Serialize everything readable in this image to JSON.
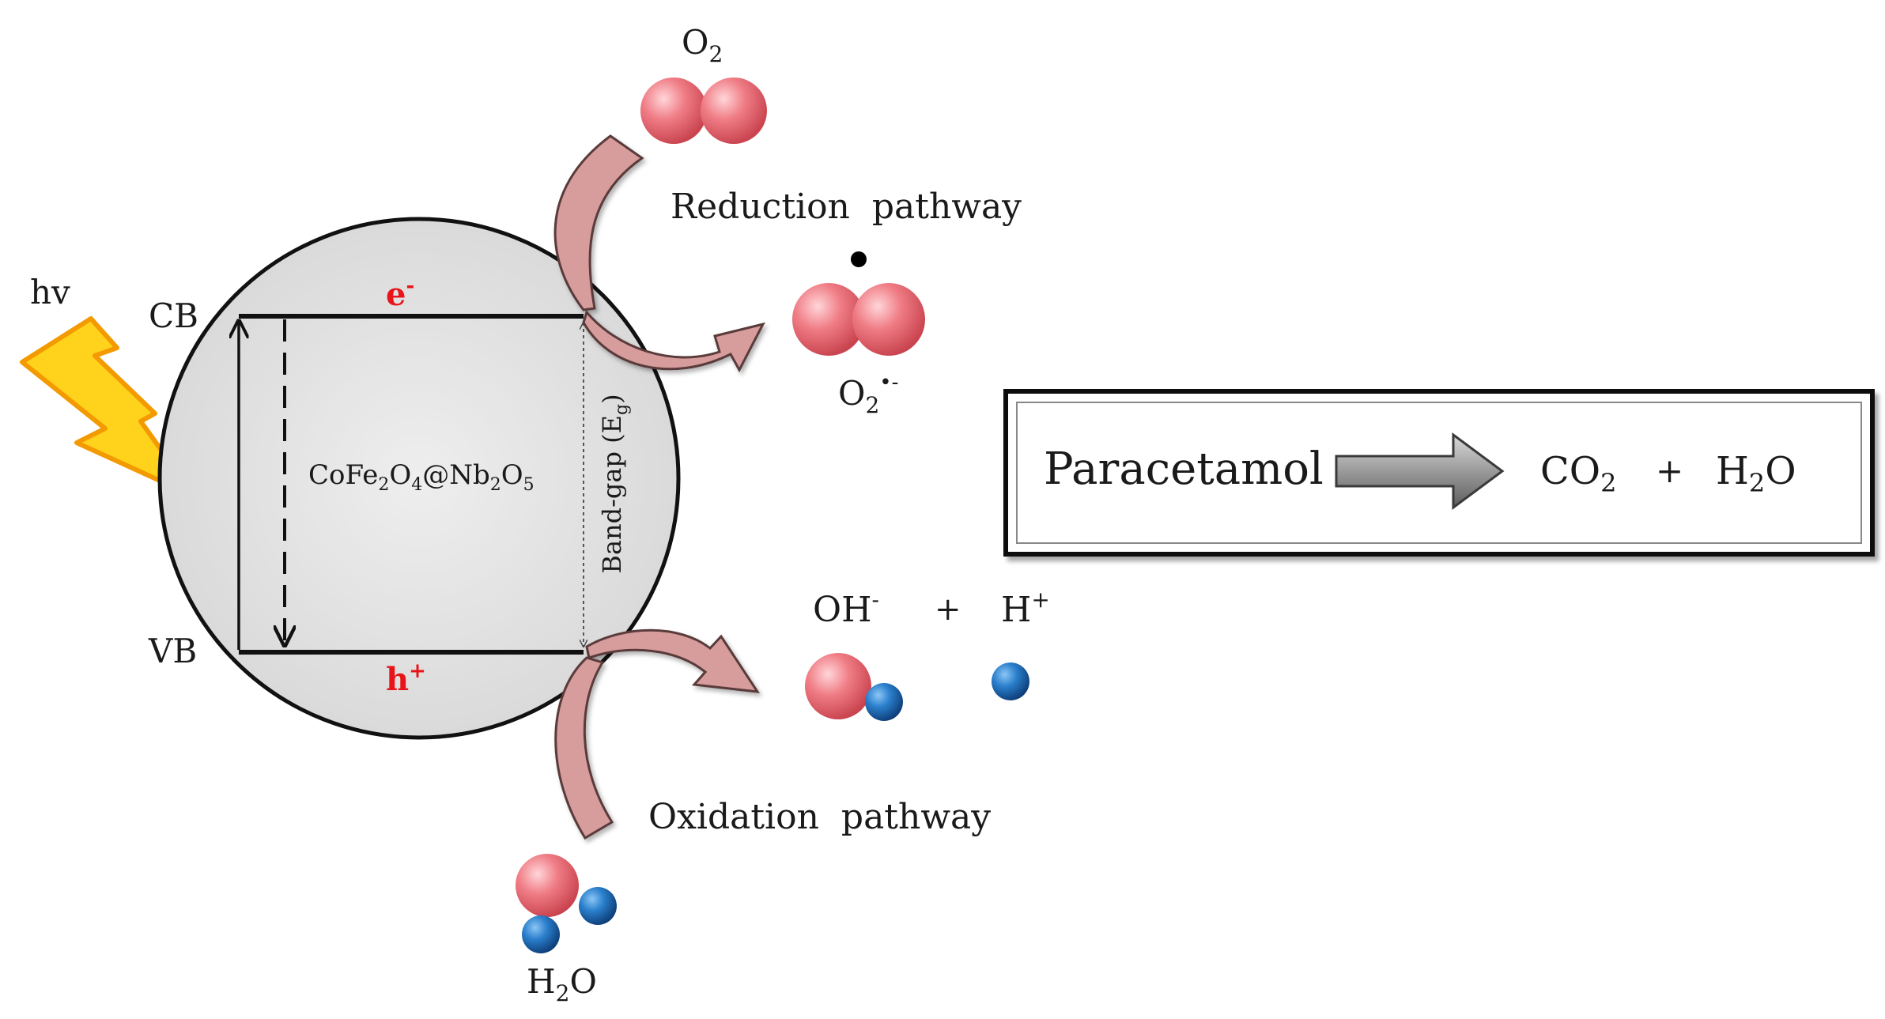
{
  "light": {
    "label": "hv"
  },
  "band": {
    "cb_label": "CB",
    "vb_label": "VB",
    "electron": {
      "base": "e",
      "sup": "-"
    },
    "hole": {
      "base": "h",
      "sup": "+"
    },
    "catalyst": {
      "p1": "CoFe",
      "s1": "2",
      "p2": "O",
      "s2": "4",
      "p3": "@Nb",
      "s3": "2",
      "p4": "O",
      "s4": "5"
    },
    "band_gap": {
      "base": "Band-gap (E",
      "sub": "g",
      "close": ")"
    }
  },
  "reduction": {
    "o2": {
      "base": "O",
      "sub": "2"
    },
    "pathway_label": "Reduction  pathway",
    "superoxide": {
      "base": "O",
      "sub": "2",
      "sup": "•-"
    }
  },
  "oxidation": {
    "oh": {
      "base": "OH",
      "sup": "-"
    },
    "plus": "+",
    "h": {
      "base": "H",
      "sup": "+"
    },
    "pathway_label": "Oxidation  pathway",
    "water": {
      "p1": "H",
      "s1": "2",
      "p2": "O"
    }
  },
  "reaction_box": {
    "reactant": "Paracetamol",
    "co2": {
      "base": "CO",
      "sub": "2"
    },
    "plus": "+",
    "h2o": {
      "p1": "H",
      "s1": "2",
      "p2": "O"
    }
  },
  "colors": {
    "oxygen_atom": "#ec6f78",
    "hydrogen_atom": "#1c6db3",
    "sphere_fill": "#e4e4e4",
    "arrow_fill": "#d79c9c",
    "label_red": "#e8141a",
    "bolt_fill": "#ffd21c",
    "bolt_stroke": "#f39a00"
  }
}
